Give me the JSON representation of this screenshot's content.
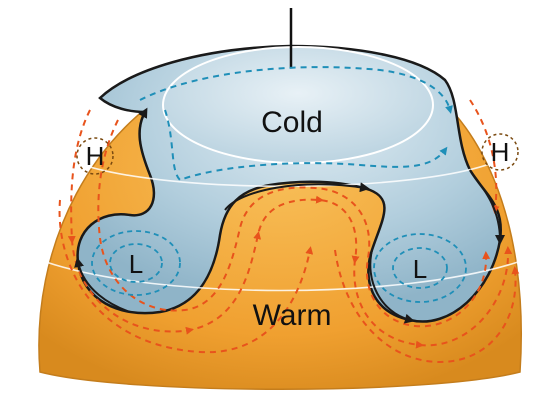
{
  "labels": {
    "cold": "Cold",
    "warm": "Warm",
    "high_left": "H",
    "high_right": "H",
    "low_left": "L",
    "low_right": "L"
  },
  "colors": {
    "warm_fill": "#f2a637",
    "warm_edge": "#d98a22",
    "cold_fill": "#a9c7d8",
    "cold_light": "#d2e3ec",
    "jet_arrows": "#1a1a1a",
    "warm_arrows": "#e8531c",
    "cold_arrows": "#1f8fb8"
  }
}
